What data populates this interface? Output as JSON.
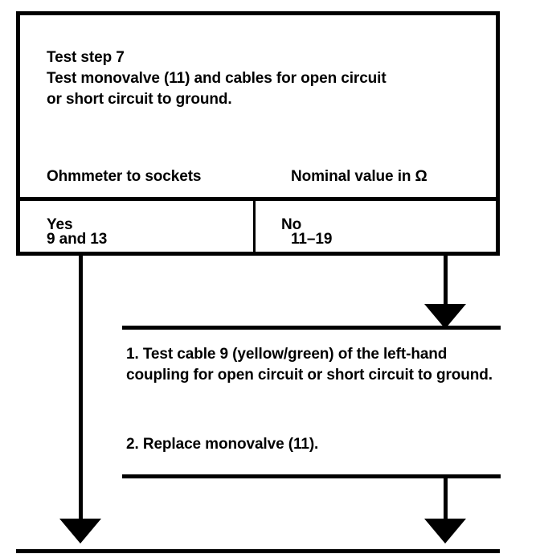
{
  "decision": {
    "title": "Test step 7",
    "description": "Test monovalve (11) and cables for open circuit\nor short circuit to ground.",
    "measurement": {
      "instruction_label": "Ohmmeter to sockets",
      "instruction_value": "9 and 13",
      "nominal_label": "Nominal value in Ω",
      "nominal_value": "11–19"
    },
    "answers": {
      "yes": "Yes",
      "no": "No"
    }
  },
  "action": {
    "items": [
      "1. Test cable 9 (yellow/green) of the left-hand coupling for open circuit or short circuit to ground.",
      "2. Replace monovalve (11)."
    ]
  },
  "colors": {
    "ink": "#000000",
    "paper": "#ffffff"
  }
}
